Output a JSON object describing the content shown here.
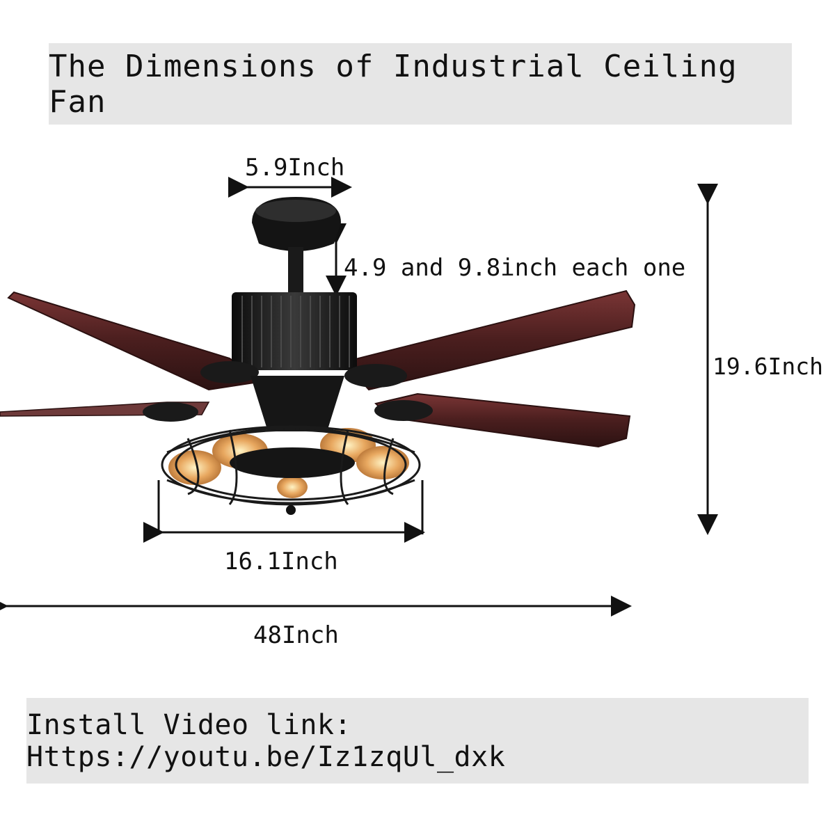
{
  "title": "The Dimensions of Industrial Ceiling Fan",
  "dimensions": {
    "canopy_width": "5.9Inch",
    "downrod_length": "4.9 and 9.8inch each one",
    "total_height": "19.6Inch",
    "cage_width": "16.1Inch",
    "blade_span": "48Inch"
  },
  "footer": "Install Video link: Https://youtu.be/Iz1zqUl_dxk",
  "colors": {
    "banner_bg": "#e6e6e6",
    "fan_body": "#141414",
    "blade": "#5a2626",
    "bulb": "#d9954a"
  },
  "icons": [
    "ceiling-fan-illustration",
    "edison-bulb-icon"
  ]
}
